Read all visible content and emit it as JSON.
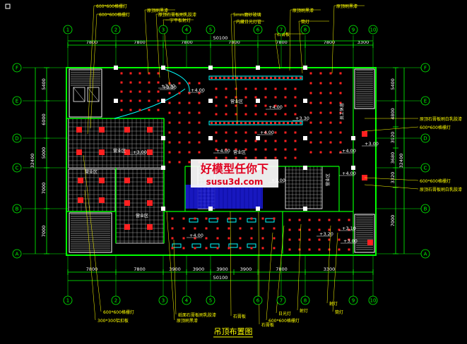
{
  "title": "吊顶布置图",
  "watermark": {
    "line1": "好模型任你下",
    "line2": "susu3d.com"
  },
  "colors": {
    "background": "#000000",
    "dimension": "#00ff00",
    "wall": "#00ff00",
    "axis": "#00ff00",
    "grid": "#c0c0c0",
    "light": "#ff2020",
    "label": "#ffff00",
    "leader": "#ff00ff",
    "cyan": "#00ffff",
    "blue": "#2020ff",
    "white": "#ffffff"
  },
  "axes": {
    "columns": [
      "1",
      "2",
      "3",
      "4",
      "5",
      "6",
      "7",
      "8",
      "9",
      "10"
    ],
    "rows": [
      "F",
      "E",
      "D",
      "C",
      "B",
      "A"
    ]
  },
  "dims": {
    "top": [
      "7800",
      "7800",
      "7800",
      "7800",
      "7800",
      "7800",
      "3300"
    ],
    "top_total": "50100",
    "bottom": [
      "7800",
      "7800",
      "3900",
      "3900",
      "3900",
      "3900",
      "7800",
      "3300"
    ],
    "bottom_total": "50100",
    "left": [
      "5400",
      "6000",
      "5000",
      "7000",
      "7000"
    ],
    "left_total": "32400",
    "right": [
      "5400",
      "4800",
      "3920",
      "3680",
      "3320",
      "7000"
    ],
    "right_total": "32400"
  },
  "levels": [
    "+3.30",
    "+4.00",
    "+4.00",
    "+4.00",
    "+3.30",
    "+4.00",
    "+3.00",
    "+4.00",
    "+4.00",
    "+3.00",
    "+4.00",
    "+3.20",
    "+3.10",
    "+3.00",
    "+3.00",
    "+3.30"
  ],
  "room_labels": [
    "营业区",
    "营业区",
    "营业区",
    "营业区",
    "营业区",
    "营业区",
    "员工休息"
  ],
  "annotations": {
    "top": [
      "600*600格栅灯",
      "600*600格栅灯",
      "原顶刷黑漆",
      "原顶石膏板刷乳胶漆",
      "一字平板射灯",
      "5mm磨砂玻璃",
      "内藏日光灯管",
      "原顶刷黑漆",
      "筒灯",
      "石膏板",
      "原顶刷黑漆"
    ],
    "right": [
      "原顶石膏板刷白乳胶漆",
      "600*600格栅灯",
      "600*600格栅灯",
      "原顶石膏板刷白乳胶漆"
    ],
    "bottom": [
      "600*600格栅灯",
      "300*300铝扣板",
      "纸面石膏板刷乳胶漆",
      "原顶刷黑漆",
      "石膏板",
      "石膏板",
      "600*600格栅灯",
      "日光灯",
      "射灯",
      "射灯",
      "筒灯"
    ]
  }
}
